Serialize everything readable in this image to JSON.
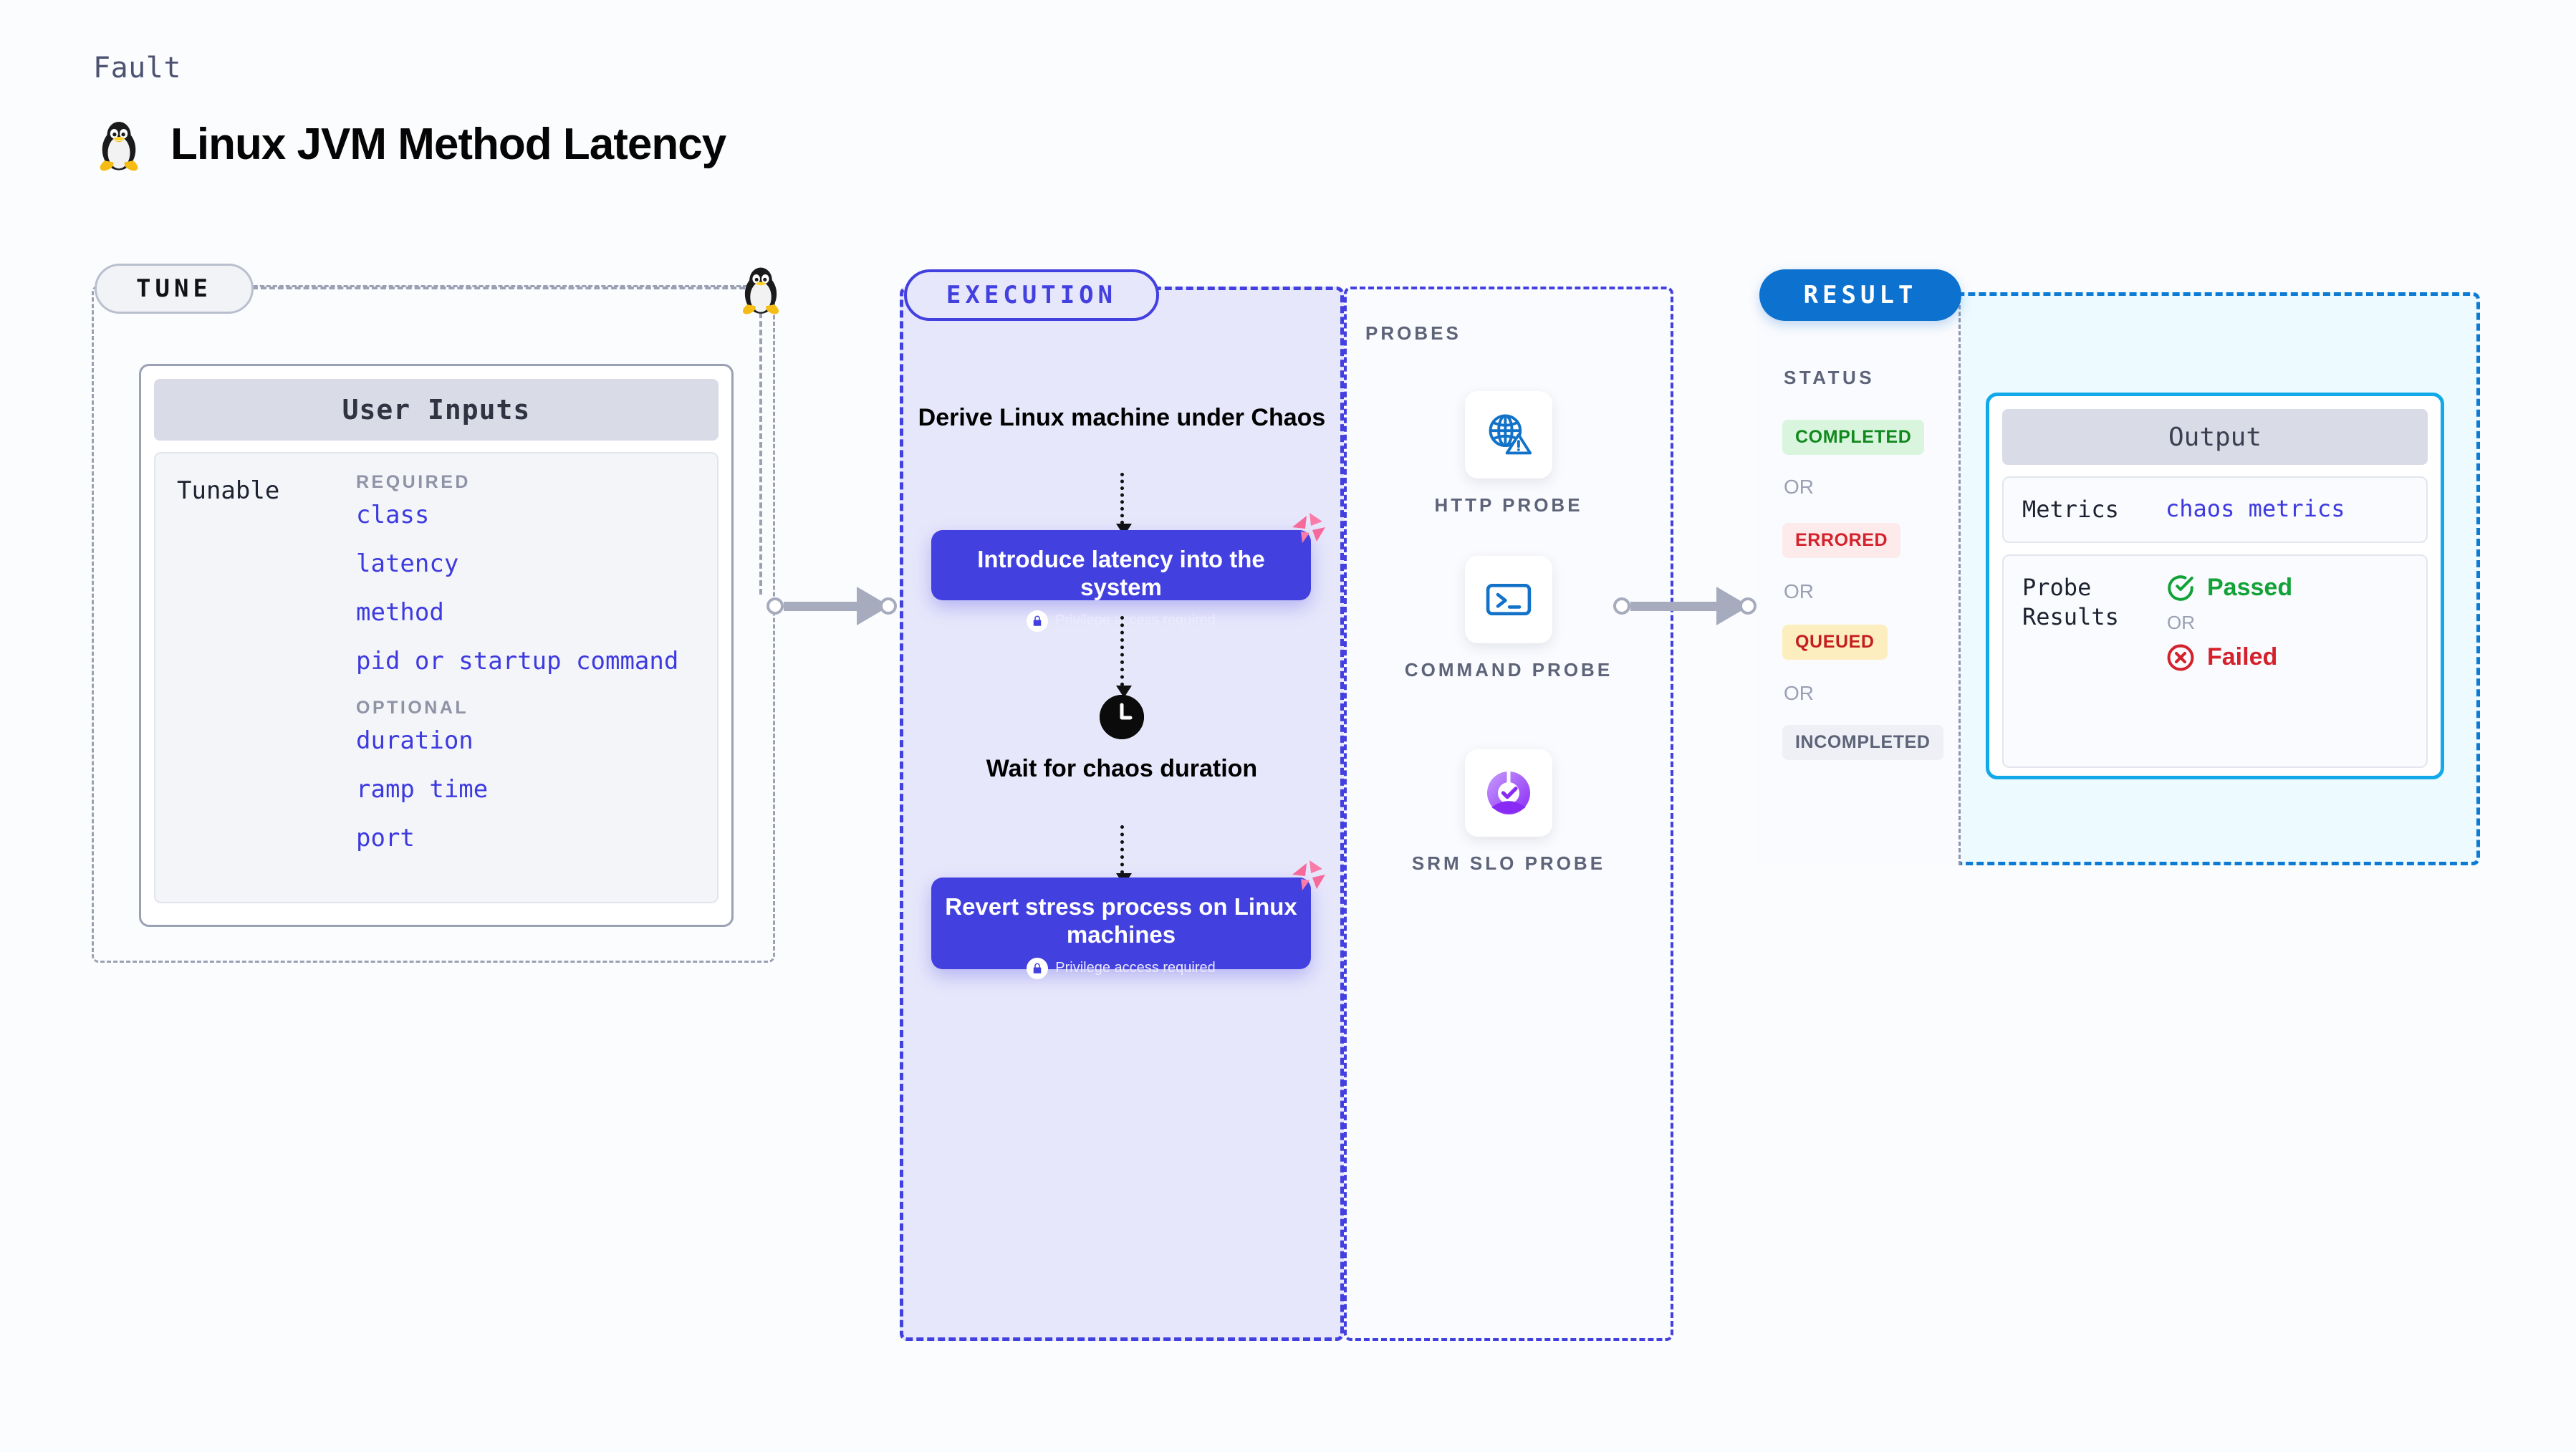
{
  "header": {
    "kicker": "Fault",
    "title": "Linux JVM Method Latency",
    "icon": "tux-penguin-icon"
  },
  "tune": {
    "pill_label": "TUNE",
    "node_icon": "tux-penguin-icon",
    "card_title": "User Inputs",
    "row_label": "Tunable",
    "required_label": "REQUIRED",
    "optional_label": "OPTIONAL",
    "required": [
      "class",
      "latency",
      "method",
      "pid or startup command"
    ],
    "optional": [
      "duration",
      "ramp time",
      "port"
    ]
  },
  "execution": {
    "pill_label": "EXECUTION",
    "intro": "Derive Linux machine under Chaos",
    "step1": {
      "title": "Introduce latency into the system",
      "privilege": "Privilege access required",
      "badge_icon": "litmus-chaos-badge-icon",
      "lock_icon": "lock-icon"
    },
    "wait": {
      "label": "Wait for chaos duration",
      "icon": "clock-icon"
    },
    "step2": {
      "title": "Revert stress process on Linux machines",
      "privilege": "Privilege access required",
      "badge_icon": "litmus-chaos-badge-icon",
      "lock_icon": "lock-icon"
    }
  },
  "probes": {
    "section_label": "PROBES",
    "items": [
      {
        "name": "HTTP PROBE",
        "icon": "globe-warning-icon",
        "color": "#1272c8"
      },
      {
        "name": "COMMAND PROBE",
        "icon": "terminal-prompt-icon",
        "color": "#1272c8"
      },
      {
        "name": "SRM SLO PROBE",
        "icon": "slo-gauge-check-icon",
        "color": "#9b4dfb"
      }
    ]
  },
  "result": {
    "pill_label": "RESULT",
    "status_label": "STATUS",
    "or_label": "OR",
    "statuses": [
      {
        "label": "COMPLETED",
        "color": "#12891f",
        "bg": "#d9f5dd"
      },
      {
        "label": "ERRORED",
        "color": "#d4212b",
        "bg": "#fdeaea"
      },
      {
        "label": "QUEUED",
        "color": "#c31f1f",
        "bg": "#fdeec0"
      },
      {
        "label": "INCOMPLETED",
        "color": "#5d6378",
        "bg": "#eef0f6"
      }
    ],
    "output": {
      "title": "Output",
      "metrics_key": "Metrics",
      "metrics_value": "chaos metrics",
      "probe_results_key": "Probe Results",
      "passed_label": "Passed",
      "failed_label": "Failed",
      "or_label": "OR",
      "passed_icon": "check-circle-icon",
      "failed_icon": "x-circle-icon"
    }
  },
  "colors": {
    "accent_purple": "#4340e0",
    "accent_blue": "#0d71cf",
    "accent_cyan": "#12a9e8",
    "badge_pink": "#f6699a",
    "muted": "#9aa1b4"
  }
}
